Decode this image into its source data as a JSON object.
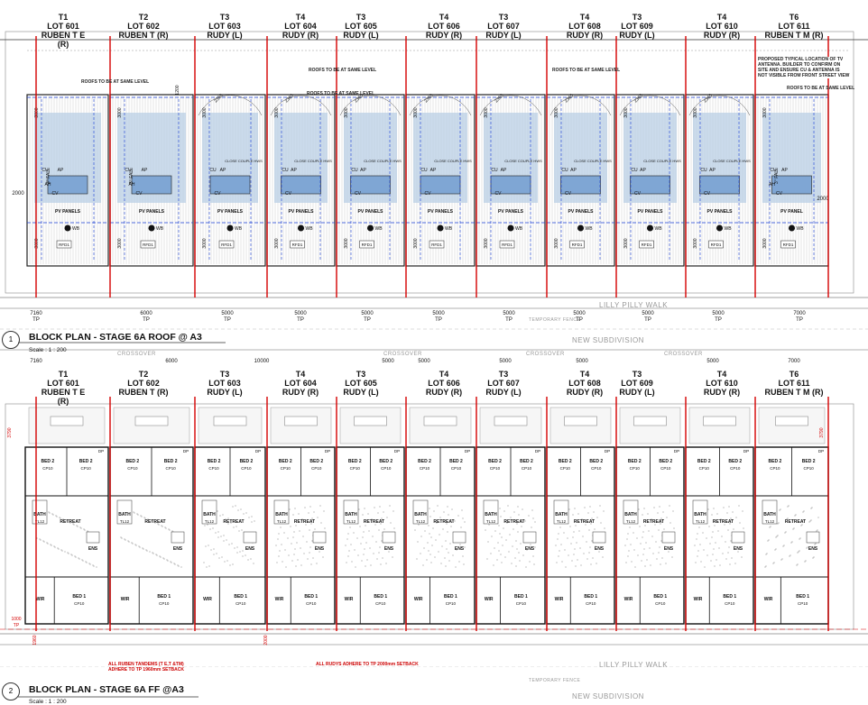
{
  "lots_top": [
    {
      "type": "T1",
      "lot": "LOT 601",
      "name": "RUBEN T E",
      "hand": "(R)"
    },
    {
      "type": "T2",
      "lot": "LOT 602",
      "name": "RUBEN T (R)",
      "hand": ""
    },
    {
      "type": "T3",
      "lot": "LOT 603",
      "name": "RUDY (L)",
      "hand": ""
    },
    {
      "type": "T4",
      "lot": "LOT 604",
      "name": "RUDY (R)",
      "hand": ""
    },
    {
      "type": "T3",
      "lot": "LOT 605",
      "name": "RUDY (L)",
      "hand": ""
    },
    {
      "type": "T4",
      "lot": "LOT 606",
      "name": "RUDY (R)",
      "hand": ""
    },
    {
      "type": "T3",
      "lot": "LOT 607",
      "name": "RUDY (L)",
      "hand": ""
    },
    {
      "type": "T4",
      "lot": "LOT 608",
      "name": "RUDY (R)",
      "hand": ""
    },
    {
      "type": "T3",
      "lot": "LOT 609",
      "name": "RUDY (L)",
      "hand": ""
    },
    {
      "type": "T4",
      "lot": "LOT 610",
      "name": "RUDY (R)",
      "hand": ""
    },
    {
      "type": "T6",
      "lot": "LOT 611",
      "name": "RUBEN T M (R)",
      "hand": ""
    }
  ],
  "lots_bottom": [
    {
      "type": "T1",
      "lot": "LOT 601",
      "name": "RUBEN T E",
      "hand": "(R)"
    },
    {
      "type": "T2",
      "lot": "LOT 602",
      "name": "RUBEN T (R)",
      "hand": ""
    },
    {
      "type": "T3",
      "lot": "LOT 603",
      "name": "RUDY (L)",
      "hand": ""
    },
    {
      "type": "T4",
      "lot": "LOT 604",
      "name": "RUDY (R)",
      "hand": ""
    },
    {
      "type": "T3",
      "lot": "LOT 605",
      "name": "RUDY (L)",
      "hand": ""
    },
    {
      "type": "T4",
      "lot": "LOT 606",
      "name": "RUDY (R)",
      "hand": ""
    },
    {
      "type": "T3",
      "lot": "LOT 607",
      "name": "RUDY (L)",
      "hand": ""
    },
    {
      "type": "T4",
      "lot": "LOT 608",
      "name": "RUDY (R)",
      "hand": ""
    },
    {
      "type": "T3",
      "lot": "LOT 609",
      "name": "RUDY (L)",
      "hand": ""
    },
    {
      "type": "T4",
      "lot": "LOT 610",
      "name": "RUDY (R)",
      "hand": ""
    },
    {
      "type": "T6",
      "lot": "LOT 611",
      "name": "RUBEN T M (R)",
      "hand": ""
    }
  ],
  "notes": {
    "roofs_same_level": "ROOFS TO BE AT SAME LEVEL",
    "antenna": "PROPOSED TYPICAL LOCATION OF TV ANTENNA. BUILDER TO CONFIRM ON SITE AND ENSURE CU & ANTENNA IS NOT VISIBLE FROM FRONT STREET VIEW",
    "ruben_setback": "ALL RUBEN TANDEMS (T E,T &TM) ADHERE TO TP 1960mm SETBACK",
    "rudy_setback": "ALL RUDYS ADHERE TO TP 2000mm SETBACK"
  },
  "roof_labels": {
    "pv": "PV PANELS",
    "pv_panel": "PV PANEL",
    "wb": "WB",
    "rfd": "RFD1",
    "cu": "CU",
    "ap": "AP",
    "cv": "CV",
    "ah": "AH",
    "fall": "3° FALL",
    "hws": "CLOSE COUPLE HWS",
    "dim_2000": "2000",
    "dim_3000": "3000",
    "dim_2365": "2365",
    "dim_1200": "1200"
  },
  "floor_labels": {
    "bed1": "BED 1",
    "bed2": "BED 2",
    "bath": "BATH",
    "ens": "ENS",
    "wir": "WIR",
    "retreat": "RETREAT",
    "dp": "DP",
    "cp": "CP10",
    "tl": "TL12",
    "dim_1000": "1000",
    "dim_1960": "1960",
    "dim_2000": "2000",
    "dim_3790": "3790",
    "tp": "TP"
  },
  "dims_top": [
    "7160",
    "6000",
    "5000",
    "5000",
    "5000",
    "5000",
    "5000",
    "5000",
    "5000",
    "5000",
    "7000"
  ],
  "dims_top_label": "TP",
  "dims_mid": [
    "7160",
    "6000",
    "10000",
    "5000",
    "5000",
    "5000",
    "5000",
    "5000",
    "7000"
  ],
  "streets": {
    "lilly": "LILLY PILLY WALK",
    "new_sub": "NEW SUBDIVISION",
    "crossover": "CROSSOVER",
    "temp_fence": "TEMPORARY FENCE"
  },
  "plan1": {
    "number": "1",
    "title": "BLOCK PLAN - STAGE 6A ROOF @ A3",
    "scale": "Scale : 1 : 200"
  },
  "plan2": {
    "number": "2",
    "title": "BLOCK PLAN - STAGE 6A FF @A3",
    "scale": "Scale : 1 : 200"
  },
  "colors": {
    "red": "#d40000",
    "blue": "#1a3fd6",
    "pv": "#b9cfe6",
    "ink": "#111111"
  }
}
